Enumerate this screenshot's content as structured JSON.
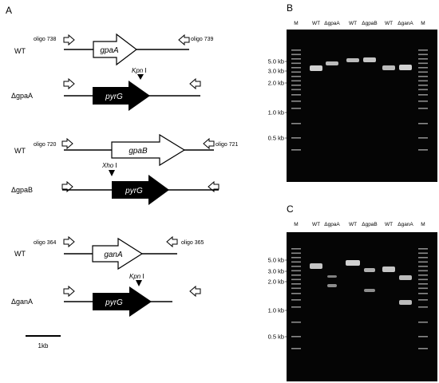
{
  "panels": {
    "A": {
      "label": "A",
      "sections": [
        {
          "rows": [
            {
              "label": "WT",
              "gene": "gpaA",
              "style": "open",
              "oligo_left": "oligo 738",
              "oligo_right": "oligo 739"
            },
            {
              "label": "ΔgpaA",
              "gene": "pyrG",
              "style": "filled",
              "site": "KpnⅠ",
              "site_name": "Kpn",
              "site_num": "Ⅰ"
            }
          ]
        },
        {
          "rows": [
            {
              "label": "WT",
              "gene": "gpaB",
              "style": "open",
              "oligo_left": "oligo 720",
              "oligo_right": "oligo 721"
            },
            {
              "label": "ΔgpaB",
              "gene": "pyrG",
              "style": "filled",
              "site": "XhoⅠ",
              "site_name": "Xho",
              "site_num": "Ⅰ"
            }
          ]
        },
        {
          "rows": [
            {
              "label": "WT",
              "gene": "ganA",
              "style": "open",
              "oligo_left": "oligo 364",
              "oligo_right": "oligo 365"
            },
            {
              "label": "ΔganA",
              "gene": "pyrG",
              "style": "filled",
              "site": "KpnⅠ",
              "site_name": "Kpn",
              "site_num": "Ⅰ"
            }
          ]
        }
      ],
      "scale_bar": "1kb"
    },
    "B": {
      "label": "B",
      "lanes": [
        "M",
        "WT",
        "ΔgpaA",
        "WT",
        "ΔgpaB",
        "WT",
        "ΔganA",
        "M"
      ],
      "size_markers": [
        "5.0 kb",
        "3.0 kb",
        "2.0 kb",
        "1.0 kb",
        "0.5 kb"
      ]
    },
    "C": {
      "label": "C",
      "lanes": [
        "M",
        "WT",
        "ΔgpaA",
        "WT",
        "ΔgpaB",
        "WT",
        "ΔganA",
        "M"
      ],
      "size_markers": [
        "5.0 kb",
        "3.0 kb",
        "2.0 kb",
        "1.0 kb",
        "0.5 kb"
      ]
    }
  }
}
